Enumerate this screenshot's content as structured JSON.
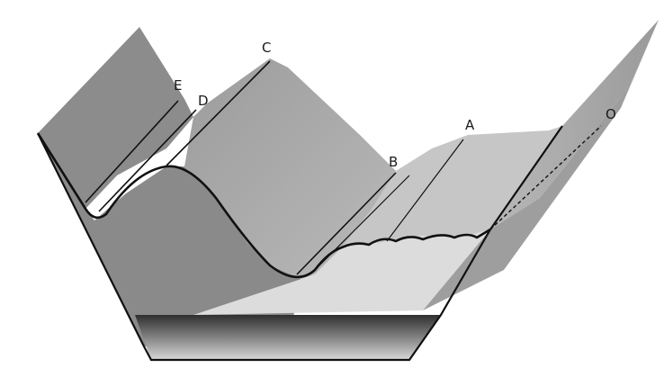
{
  "diagram": {
    "labels": {
      "a": "A",
      "b": "B",
      "c": "C",
      "d": "D",
      "e": "E",
      "o": "O"
    },
    "colors": {
      "background": "#ffffff",
      "outline": "#111111",
      "dark_face": "#8a8a8a",
      "mid_face": "#a8a8a8",
      "light_face": "#c4c4c4",
      "pale_face": "#dcdcdc",
      "base_dark": "#3a3a3a",
      "base_light": "#cfcfcf"
    }
  }
}
